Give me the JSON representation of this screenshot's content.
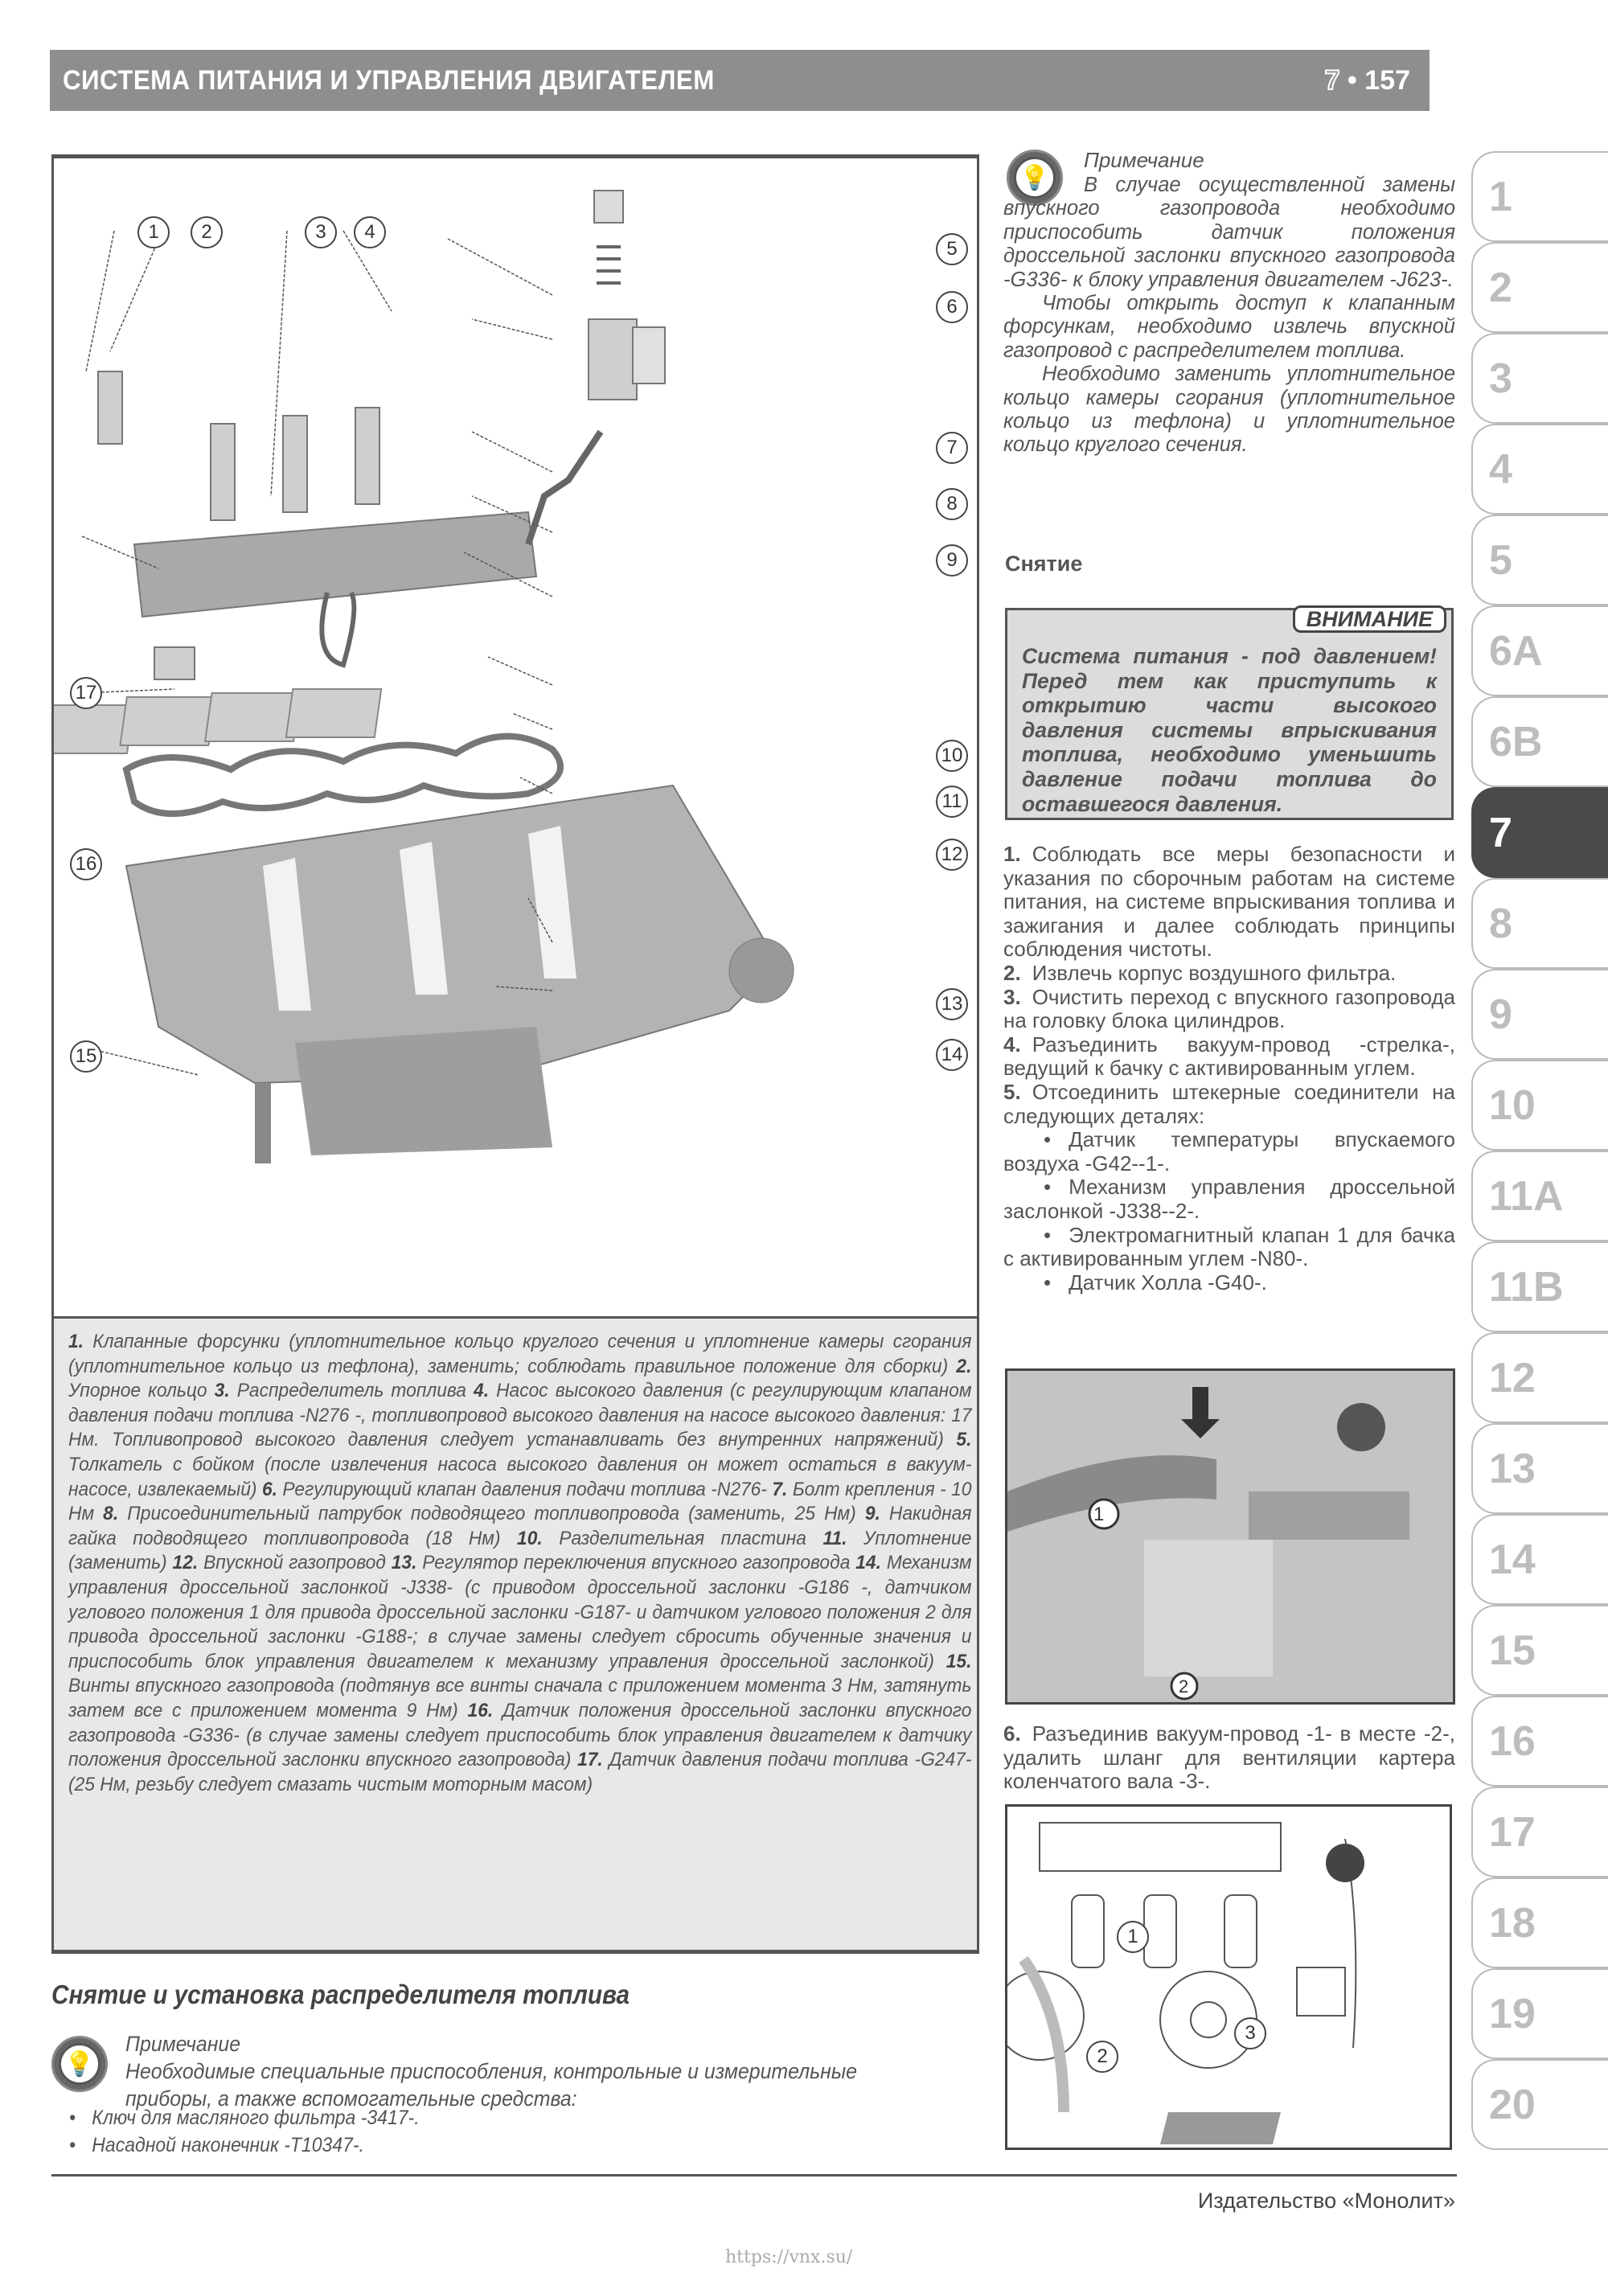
{
  "header": {
    "title": "СИСТЕМА ПИТАНИЯ И УПРАВЛЕНИЯ ДВИГАТЕЛЕМ",
    "chapter": "7",
    "separator": "•",
    "page": "157"
  },
  "figure_main": {
    "callouts": [
      "1",
      "2",
      "3",
      "4",
      "5",
      "6",
      "7",
      "8",
      "9",
      "10",
      "11",
      "12",
      "13",
      "14",
      "15",
      "16",
      "17"
    ],
    "caption": [
      {
        "num": "1.",
        "text": "Клапанные форсунки (уплотнительное кольцо круглого сечения и уплотнение камеры сгорания (уплотнительное кольцо из тефлона), заменить; соблюдать правильное положение для сборки)"
      },
      {
        "num": "2.",
        "text": "Упорное кольцо"
      },
      {
        "num": "3.",
        "text": "Распределитель топлива"
      },
      {
        "num": "4.",
        "text": "Насос высокого давления (с регулирующим клапаном давления подачи топлива -N276 -, топливопровод высокого давления на насосе высокого давления: 17 Нм. Топливопровод высокого давления следует устанавливать без внутренних напряжений)"
      },
      {
        "num": "5.",
        "text": "Толкатель с бойком (после извлечения насоса высокого давления он может остаться в вакуум-насосе, извлекаемый)"
      },
      {
        "num": "6.",
        "text": "Регулирующий клапан давления подачи топлива -N276-"
      },
      {
        "num": "7.",
        "text": "Болт крепления - 10 Нм"
      },
      {
        "num": "8.",
        "text": "Присоединительный патрубок подводящего топливопровода (заменить, 25 Нм)"
      },
      {
        "num": "9.",
        "text": "Накидная гайка подводящего топливопровода (18 Нм)"
      },
      {
        "num": "10.",
        "text": "Разделительная пластина"
      },
      {
        "num": "11.",
        "text": "Уплотнение (заменить)"
      },
      {
        "num": "12.",
        "text": "Впускной газопровод"
      },
      {
        "num": "13.",
        "text": "Регулятор переключения впускного газопровода"
      },
      {
        "num": "14.",
        "text": "Механизм управления дроссельной заслонкой -J338- (с приводом дроссельной заслонки -G186 -, датчиком углового положения 1 для привода дроссельной заслонки -G187- и датчиком углового положения 2 для привода дроссельной заслонки -G188-; в случае замены следует сбросить обученные значения и приспособить блок управления двигателем к механизму управления дроссельной заслонкой)"
      },
      {
        "num": "15.",
        "text": "Винты впускного газопровода (подтянув все винты сначала с приложением момента 3 Нм, затянуть затем все с приложением момента 9 Нм)"
      },
      {
        "num": "16.",
        "text": "Датчик положения дроссельной заслонки впускного газопровода -G336- (в случае замены следует приспособить блок управления двигателем к датчику положения дроссельной заслонки впускного газопровода)"
      },
      {
        "num": "17.",
        "text": "Датчик давления подачи топлива -G247- (25 Нм, резьбу следует смазать чистым моторным масом)"
      }
    ]
  },
  "section_bottom": {
    "title": "Снятие и установка распределителя топлива",
    "note_title": "Примечание",
    "note_text": "Необходимые специальные приспособления, контрольные и измерительные приборы, а также вспомогательные средства:",
    "items": [
      "Ключ для масляного фильтра -3417-.",
      "Насадной наконечник -T10347-."
    ]
  },
  "right_column": {
    "note_title": "Примечание",
    "note_paragraphs": [
      "В случае осуществленной замены впускного газопровода необходимо приспособить датчик положения дроссельной заслонки впускного газопровода -G336- к блоку управления двигателем -J623-.",
      "Чтобы открыть доступ к клапанным форсункам, необходимо извлечь впускной газопровод с распределителем топлива.",
      "Необходимо заменить уплотнительное кольцо камеры сгорания (уплотнительное кольцо из тефлона) и уплотнительное кольцо круглого сечения."
    ],
    "subheading": "Снятие",
    "warning": {
      "label": "ВНИМАНИЕ",
      "text": "Система питания - под давлением! Перед тем как приступить к открытию части высокого давления системы впрыскивания топлива, необходимо уменьшить давление подачи топлива до оставшегося давления."
    },
    "steps": [
      {
        "num": "1.",
        "text": "Соблюдать все меры безопасности и указания по сборочным работам на системе питания, на системе впрыскивания топлива и зажигания и далее соблюдать принципы соблюдения чистоты."
      },
      {
        "num": "2.",
        "text": "Извлечь корпус воздушного фильтра."
      },
      {
        "num": "3.",
        "text": "Очистить переход с впускного газопровода на головку блока цилиндров."
      },
      {
        "num": "4.",
        "text": "Разъединить вакуум-провод -стрелка-, ведущий к бачку с активированным углем."
      },
      {
        "num": "5.",
        "text": "Отсоединить штекерные соединители на следующих деталях:"
      }
    ],
    "bullets": [
      "Датчик температуры впускаемого воздуха -G42--1-.",
      "Механизм управления дроссельной заслонкой -J338--2-.",
      "Электромагнитный клапан 1 для бачка с активированным углем -N80-.",
      "Датчик Холла -G40-."
    ],
    "photo1_callouts": [
      "1",
      "2"
    ],
    "step6": {
      "num": "6.",
      "text": "Разъединив вакуум-провод -1- в месте -2-, удалить шланг для вентиляции картера коленчатого вала -3-."
    },
    "drawing2_callouts": [
      "1",
      "2",
      "3"
    ]
  },
  "tabs": [
    "1",
    "2",
    "3",
    "4",
    "5",
    "6A",
    "6B",
    "7",
    "8",
    "9",
    "10",
    "11A",
    "11B",
    "12",
    "13",
    "14",
    "15",
    "16",
    "17",
    "18",
    "19",
    "20"
  ],
  "active_tab": "7",
  "footer": {
    "publisher": "Издательство «Монолит»",
    "watermark": "https://vnx.su/"
  },
  "colors": {
    "header_bg": "#8e8e8e",
    "caption_bg": "#e8e8e8",
    "warning_bg": "#dcdcdc",
    "active_tab": "#4a4a4a",
    "tab_text": "#bdbdbd"
  }
}
